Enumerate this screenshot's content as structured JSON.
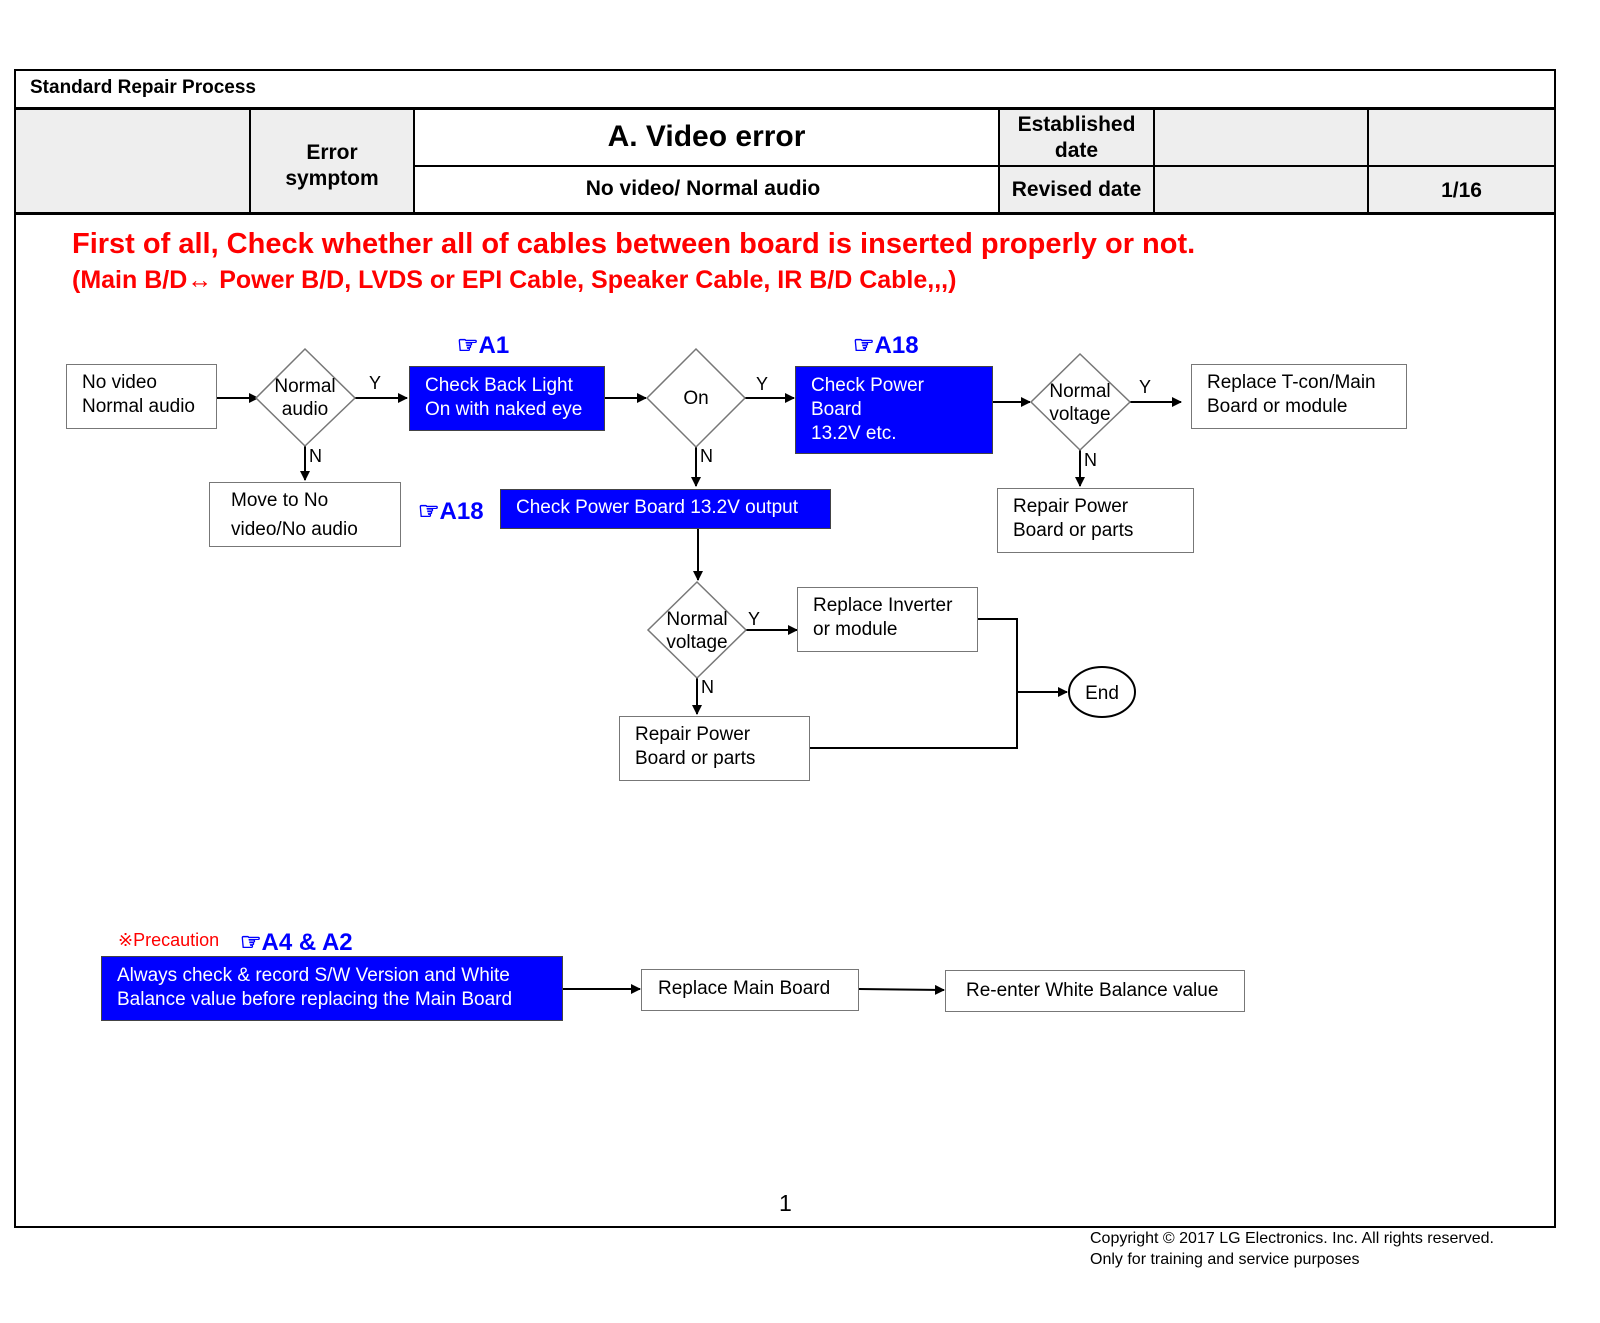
{
  "header": {
    "process_title": "Standard Repair Process",
    "error_symptom_label": [
      "Error",
      "symptom"
    ],
    "title": "A. Video error",
    "subtitle": "No video/ Normal audio",
    "established_label": [
      "Established",
      "date"
    ],
    "revised_label": "Revised date",
    "page_ref": "1/16"
  },
  "warning": {
    "line1": "First of all, Check whether all of cables between board is inserted properly or not.",
    "line2": "(Main B/D↔ Power B/D, LVDS or EPI Cable, Speaker Cable, IR B/D Cable,,,)"
  },
  "flow": {
    "start": [
      "No video",
      "Normal audio"
    ],
    "d_normal_audio": [
      "Normal",
      "audio"
    ],
    "move_no_video": [
      "Move to No",
      "video/No audio"
    ],
    "ref_a1": "☞A1",
    "check_back_light": [
      "Check Back Light",
      "On with naked eye"
    ],
    "d_on": "On",
    "ref_a18_top": "☞A18",
    "check_power_board": [
      "Check Power",
      "Board",
      "13.2V  etc."
    ],
    "d_normal_voltage_top": [
      "Normal",
      "voltage"
    ],
    "replace_tcon": [
      "Replace T-con/Main",
      "Board or module"
    ],
    "repair_power_top": [
      "Repair Power",
      "Board or parts"
    ],
    "ref_a18_mid": "☞A18",
    "check_power_output": "Check Power Board  13.2V output",
    "d_normal_voltage_mid": [
      "Normal",
      "voltage"
    ],
    "replace_inverter": [
      "Replace Inverter",
      "or module"
    ],
    "repair_power_bottom": [
      "Repair Power",
      "Board or parts"
    ],
    "end": "End",
    "y": "Y",
    "n": "N"
  },
  "precaution": {
    "label": "※Precaution",
    "ref": "☞A4 & A2",
    "note": [
      "Always check & record S/W Version and White",
      "Balance value before replacing the Main Board"
    ],
    "replace_main": "Replace Main Board",
    "reenter_wb": "Re-enter White Balance value"
  },
  "page_number": "1",
  "footer": {
    "line1": "Copyright ©  2017  LG Electronics. Inc. All rights reserved.",
    "line2": "Only for training and service purposes"
  },
  "colors": {
    "accent_blue": "#0000ff",
    "warning_red": "#ff0000",
    "header_gray": "#eeeeee"
  }
}
